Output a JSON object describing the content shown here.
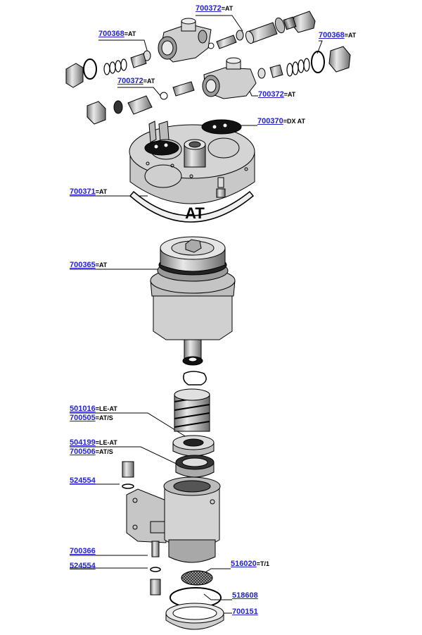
{
  "diagram": {
    "stamp_text": "AT",
    "link_color": "#2222cc",
    "callouts": [
      {
        "id": "c1",
        "code": "700372",
        "suffix": "=AT"
      },
      {
        "id": "c2",
        "code": "700368",
        "suffix": "=AT"
      },
      {
        "id": "c3",
        "code": "700368",
        "suffix": "=AT"
      },
      {
        "id": "c4",
        "code": "700372",
        "suffix": "=AT"
      },
      {
        "id": "c5",
        "code": "700372",
        "suffix": "=AT"
      },
      {
        "id": "c6",
        "code": "700370",
        "suffix": "=DX AT"
      },
      {
        "id": "c7",
        "code": "700371",
        "suffix": "=AT"
      },
      {
        "id": "c8",
        "code": "700365",
        "suffix": "=AT"
      },
      {
        "id": "c9",
        "code": "501016",
        "suffix": "=LE-AT"
      },
      {
        "id": "c10",
        "code": "700505",
        "suffix": "=AT/S"
      },
      {
        "id": "c11",
        "code": "504199",
        "suffix": "=LE-AT"
      },
      {
        "id": "c12",
        "code": "700506",
        "suffix": "=AT/S"
      },
      {
        "id": "c13",
        "code": "524554",
        "suffix": ""
      },
      {
        "id": "c14",
        "code": "700366",
        "suffix": ""
      },
      {
        "id": "c15",
        "code": "524554",
        "suffix": ""
      },
      {
        "id": "c16",
        "code": "516020",
        "suffix": "=T/1"
      },
      {
        "id": "c17",
        "code": "518608",
        "suffix": ""
      },
      {
        "id": "c18",
        "code": "700151",
        "suffix": ""
      }
    ]
  }
}
